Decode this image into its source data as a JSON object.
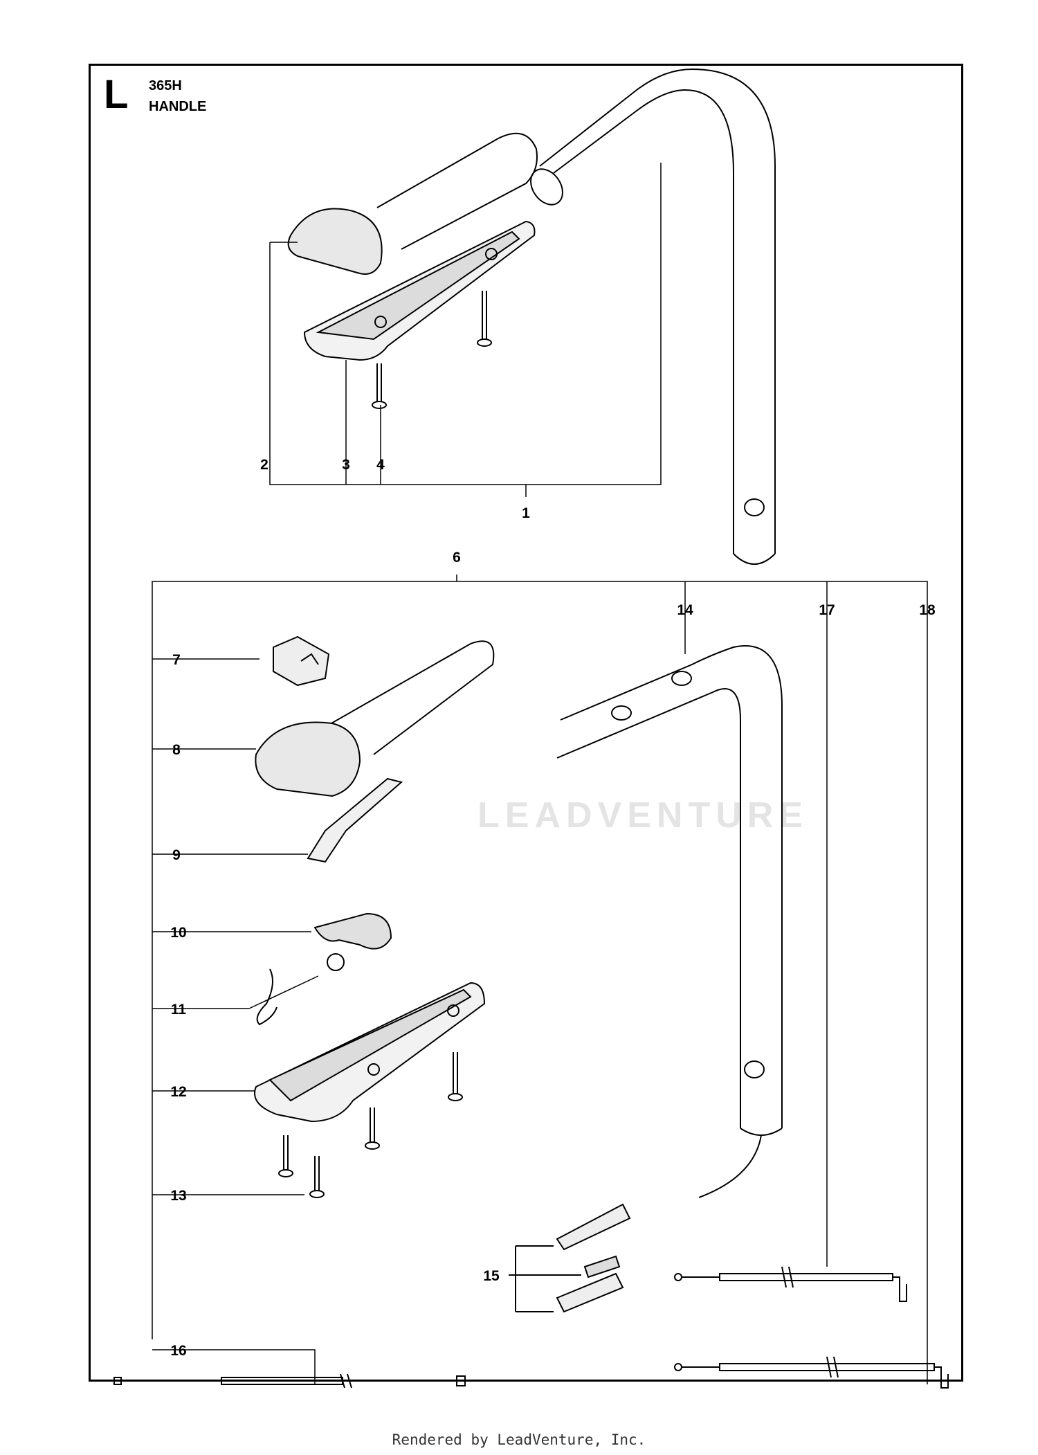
{
  "header": {
    "section_letter": "L",
    "model": "365H",
    "title": "HANDLE"
  },
  "callouts": [
    "1",
    "2",
    "3",
    "4",
    "6",
    "7",
    "8",
    "9",
    "10",
    "11",
    "12",
    "13",
    "14",
    "15",
    "16",
    "17",
    "18"
  ],
  "watermark": "LEADVENTURE",
  "footer": "Rendered by LeadVenture, Inc.",
  "colors": {
    "line": "#000000",
    "part_fill": "#ffffff",
    "shade": "#d8d8d8",
    "watermark": "#e4e4e4"
  }
}
